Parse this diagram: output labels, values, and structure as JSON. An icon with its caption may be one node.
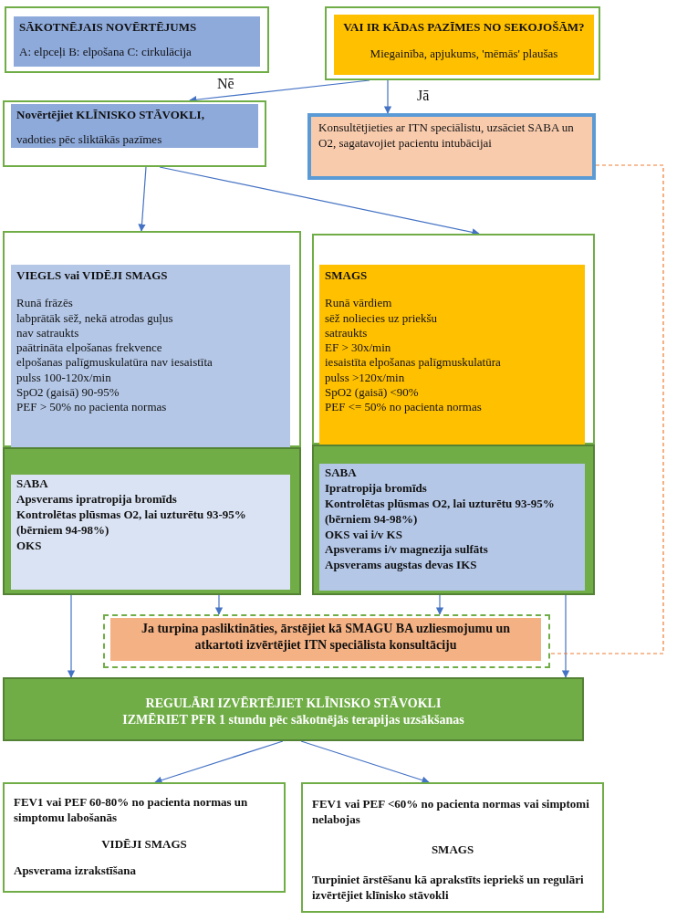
{
  "diagram": {
    "nodes": [
      {
        "text": [],
        "shape": "box"
      },
      {
        "text": [
          "SĀKOTNĒJAIS NOVĒRTĒJUMS",
          "A: elpceļi B: elpošana C: cirkulācija"
        ],
        "in": 0
      },
      {
        "text": [],
        "shape": "box"
      },
      {
        "text": [
          "VAI IR KĀDAS PAZĪMES NO SEKOJOŠĀM?",
          "Miegainība, apjukums, 'mēmās' plaušas"
        ],
        "in": 2
      },
      {
        "text": [],
        "shape": "box"
      },
      {
        "text": [
          "Novērtējiet KLĪNISKO STĀVOKLI,",
          "vadoties pēc sliktākās pazīmes"
        ],
        "in": 4
      },
      {
        "text": [
          "Konsultētjieties ar ITN speciālistu, uzsāciet SABA un O2, sagatavojiet pacientu intubācijai"
        ]
      },
      {
        "text": [],
        "shape": "box"
      },
      {
        "text": [
          "VIEGLS vai VIDĒJI SMAGS",
          "Runā frāzēs",
          "labprātāk sēž, nekā atrodas guļus",
          "nav satraukts",
          "paātrināta elpošanas frekvence",
          "elpošanas palīgmuskulatūra nav iesaistīta",
          "pulss 100-120x/min",
          "SpO2 (gaisā) 90-95%",
          "PEF > 50% no pacienta normas"
        ],
        "in": 7
      },
      {
        "text": [],
        "shape": "box"
      },
      {
        "text": [
          "SABA",
          "Apsverams ipratropija bromīds",
          "Kontrolētas plūsmas O2, lai uzturētu 93-95% (bērniem 94-98%)",
          "OKS"
        ],
        "in": 9
      },
      {
        "text": [],
        "shape": "box"
      },
      {
        "text": [
          "SMAGS",
          "Runā vārdiem",
          "sēž noliecies uz priekšu",
          "satraukts",
          "EF > 30x/min",
          "iesaistīta elpošanas palīgmuskulatūra",
          "pulss >120x/min",
          "SpO2 (gaisā) <90%",
          "PEF <= 50% no pacienta normas"
        ],
        "in": 11
      },
      {
        "text": [],
        "shape": "box"
      },
      {
        "text": [
          "SABA",
          "Ipratropija bromīds",
          "Kontrolētas plūsmas O2, lai uzturētu 93-95% (bērniem 94-98%)",
          "OKS vai i/v KS",
          "Apsverams i/v magnezija sulfāts",
          "Apsverams augstas devas IKS"
        ],
        "in": 13
      },
      {
        "text": [],
        "shape": "box"
      },
      {
        "text": [
          "Ja turpina pasliktināties, ārstējiet kā SMAGU BA uzliesmojumu un atkartoti izvērtējiet ITN speciālista konsultāciju"
        ],
        "in": 15
      },
      {
        "text": [
          "REGULĀRI IZVĒRTĒJIET KLĪNISKO STĀVOKLI",
          "**IZMĒRIET** PFR **1 stundu pēc sākotnējās terapijas uzsākšanas**"
        ]
      },
      {
        "text": [
          "FEV1 vai PEF 60-80% no pacienta normas un simptomu labošanās",
          "VIDĒJI SMAGS",
          "Apsverama izrakstīšana"
        ]
      },
      {
        "text": [
          "FEV1 vai PEF <60% no pacienta normas vai simptomi nelabojas",
          "SMAGS",
          "Turpiniet ārstēšanu kā aprakstīts iepriekš un regulāri izvērtējiet klīnisko stāvokli"
        ]
      }
    ],
    "edges": [
      {
        "from": 2,
        "to": 4,
        "arrow": "to",
        "label": "Nē"
      },
      {
        "from": 2,
        "to": 6,
        "arrow": "to",
        "label": "Jā"
      },
      {
        "from": 4,
        "to": 7,
        "arrow": "to"
      },
      {
        "from": 4,
        "to": 11,
        "arrow": "to"
      },
      {
        "from": 9,
        "to": 15,
        "arrow": "to"
      },
      {
        "from": 13,
        "to": 15,
        "arrow": "to"
      },
      {
        "from": 9,
        "to": 17,
        "arrow": "to"
      },
      {
        "from": 13,
        "to": 17,
        "arrow": "to"
      },
      {
        "from": 6,
        "to": 15,
        "arrow": "none",
        "style": "dashed",
        "color": "#ed7d31"
      },
      {
        "from": 17,
        "to": 18,
        "arrow": "to"
      },
      {
        "from": 17,
        "to": 19,
        "arrow": "to"
      }
    ]
  }
}
